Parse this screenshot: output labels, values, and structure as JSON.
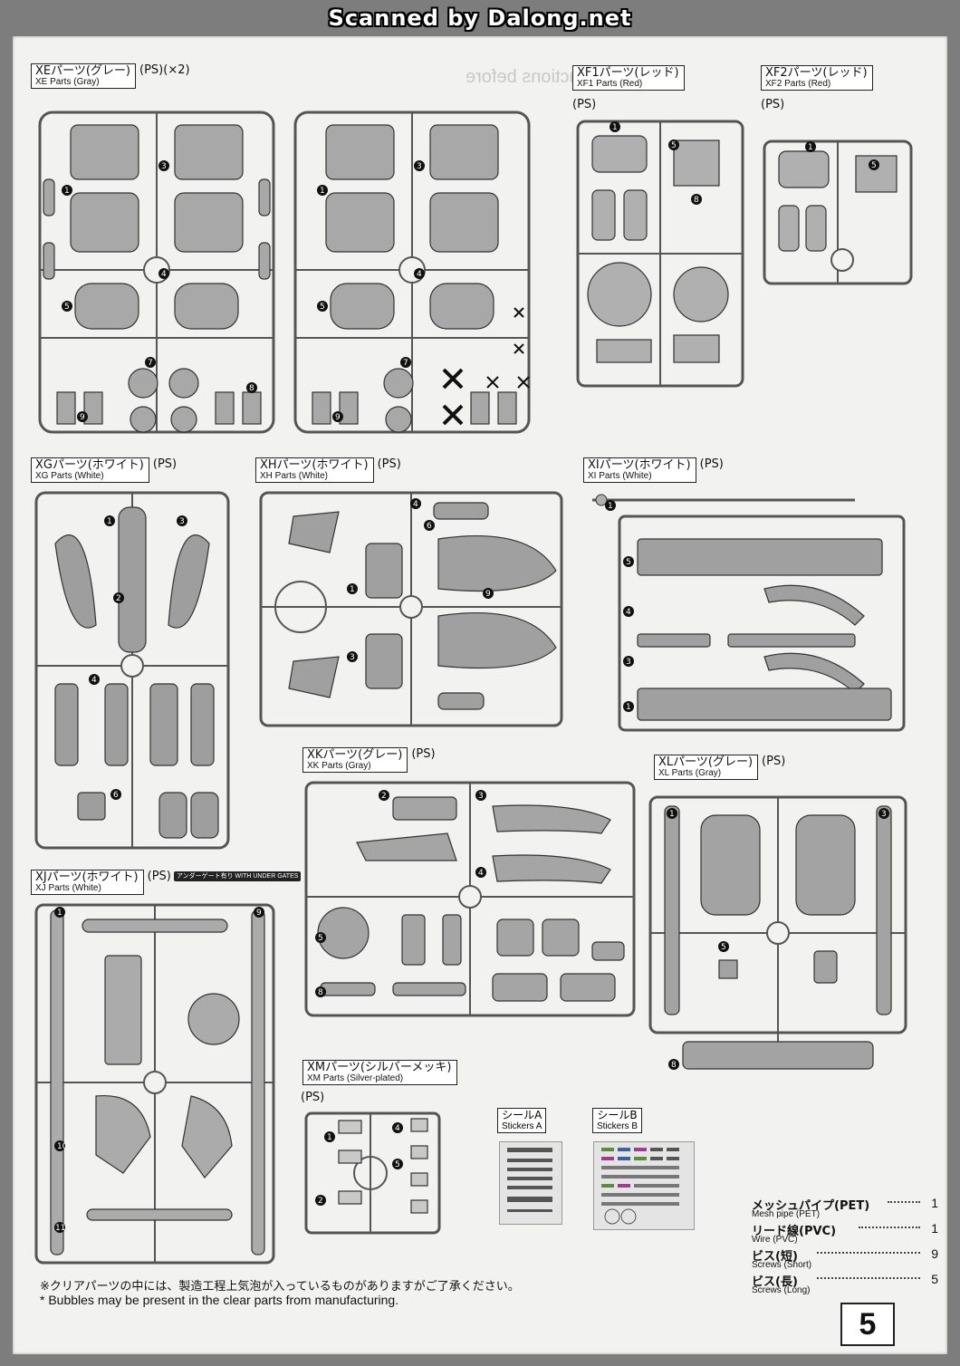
{
  "scan_banner": "Scanned by Dalong.net",
  "ghost_text": "Basic instructions before",
  "sections": {
    "xe": {
      "jp": "XEパーツ(グレー)",
      "en": "XE Parts (Gray)",
      "suffix": "(PS)(×2)"
    },
    "xf1": {
      "jp": "XF1パーツ(レッド)",
      "en": "XF1 Parts (Red)",
      "ps": "(PS)"
    },
    "xf2": {
      "jp": "XF2パーツ(レッド)",
      "en": "XF2 Parts (Red)",
      "ps": "(PS)"
    },
    "xg": {
      "jp": "XGパーツ(ホワイト)",
      "en": "XG Parts (White)",
      "suffix": "(PS)"
    },
    "xh": {
      "jp": "XHパーツ(ホワイト)",
      "en": "XH Parts (White)",
      "suffix": "(PS)"
    },
    "xi": {
      "jp": "XIパーツ(ホワイト)",
      "en": "XI Parts (White)",
      "suffix": "(PS)"
    },
    "xk": {
      "jp": "XKパーツ(グレー)",
      "en": "XK Parts (Gray)",
      "suffix": "(PS)"
    },
    "xl": {
      "jp": "XLパーツ(グレー)",
      "en": "XL Parts (Gray)",
      "suffix": "(PS)"
    },
    "xj": {
      "jp": "XJパーツ(ホワイト)",
      "en": "XJ Parts (White)",
      "suffix": "(PS)",
      "under_gate": "アンダーゲート有り WITH UNDER GATES"
    },
    "xm": {
      "jp": "XMパーツ(シルバーメッキ)",
      "en": "XM Parts (Silver-plated)",
      "ps": "(PS)"
    }
  },
  "stickers": {
    "a": {
      "jp": "シールA",
      "en": "Stickers A"
    },
    "b": {
      "jp": "シールB",
      "en": "Stickers B"
    }
  },
  "accessories": [
    {
      "jp": "メッシュパイプ(PET)",
      "en": "Mesh pipe (PET)",
      "qty": "1"
    },
    {
      "jp": "リード線(PVC)",
      "en": "Wire (PVC)",
      "qty": "1"
    },
    {
      "jp": "ビス(短)",
      "en": "Screws (Short)",
      "qty": "9"
    },
    {
      "jp": "ビス(長)",
      "en": "Screws (Long)",
      "qty": "5"
    }
  ],
  "notes": {
    "jp": "※クリアパーツの中には、製造工程上気泡が入っているものがありますがご了承ください。",
    "en": "* Bubbles may be present in the clear parts from manufacturing."
  },
  "page_number": "5"
}
